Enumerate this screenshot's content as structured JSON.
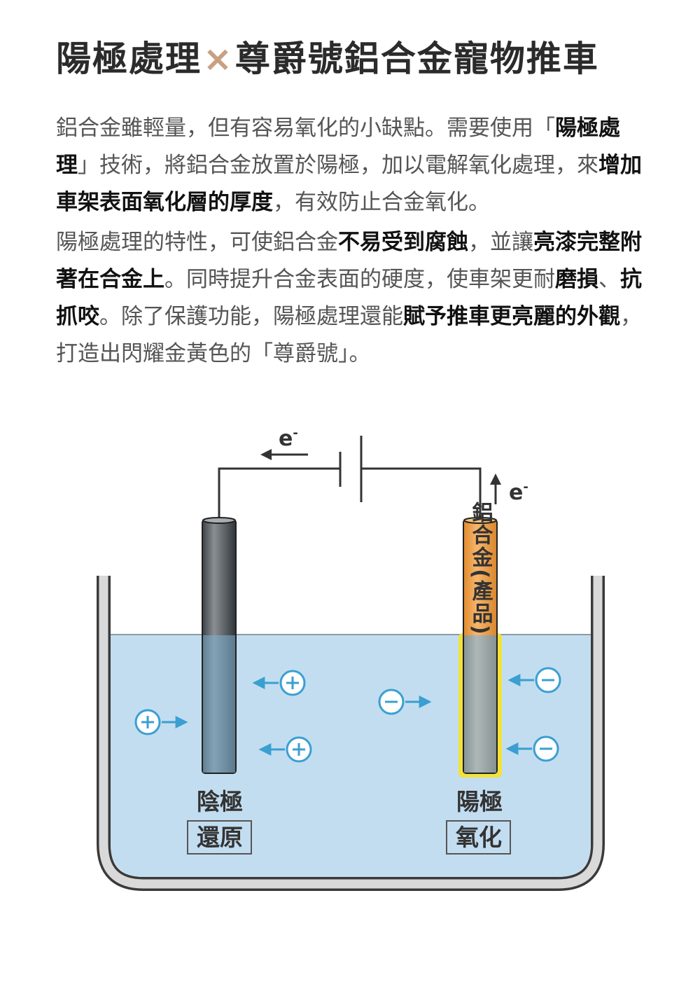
{
  "title": {
    "part1": "陽極處理",
    "separator": "×",
    "part2": "尊爵號鋁合金寵物推車"
  },
  "paragraph1": [
    {
      "t": "鋁合金雖輕量，但有容易氧化的小缺點。需要使用「",
      "b": false
    },
    {
      "t": "陽極處理",
      "b": true
    },
    {
      "t": "」技術，將鋁合金放置於陽極，加以電解氧化處理，來",
      "b": false
    },
    {
      "t": "增加車架表面氧化層的厚度",
      "b": true
    },
    {
      "t": "，有效防止合金氧化。",
      "b": false
    }
  ],
  "paragraph2": [
    {
      "t": "陽極處理的特性，可使鋁合金",
      "b": false
    },
    {
      "t": "不易受到腐蝕",
      "b": true
    },
    {
      "t": "，並讓",
      "b": false
    },
    {
      "t": "亮漆完整附著在合金上",
      "b": true
    },
    {
      "t": "。同時提升合金表面的硬度，使車架更耐",
      "b": false
    },
    {
      "t": "磨損",
      "b": true
    },
    {
      "t": "、",
      "b": false
    },
    {
      "t": "抗抓咬",
      "b": true
    },
    {
      "t": "。除了保護功能，陽極處理還能",
      "b": false
    },
    {
      "t": "賦予推車更亮麗的外觀",
      "b": true
    },
    {
      "t": "，打造出閃耀金黃色的「尊爵號」。",
      "b": false
    }
  ],
  "diagram": {
    "electron_top": "e",
    "electron_right": "e",
    "electron_sup": "-",
    "cathode_label": "陰極",
    "cathode_box": "還原",
    "anode_label": "陽極",
    "anode_box": "氧化",
    "anode_rod_text": "鋁合金(產品)",
    "plus_symbol": "+",
    "minus_symbol": "−",
    "colors": {
      "liquid": "#c3ddf0",
      "ion": "#3a9fd1",
      "anode_rod": "#f0a24a",
      "highlight": "#f2e23a",
      "cathode_rod": "#4f5459"
    }
  }
}
